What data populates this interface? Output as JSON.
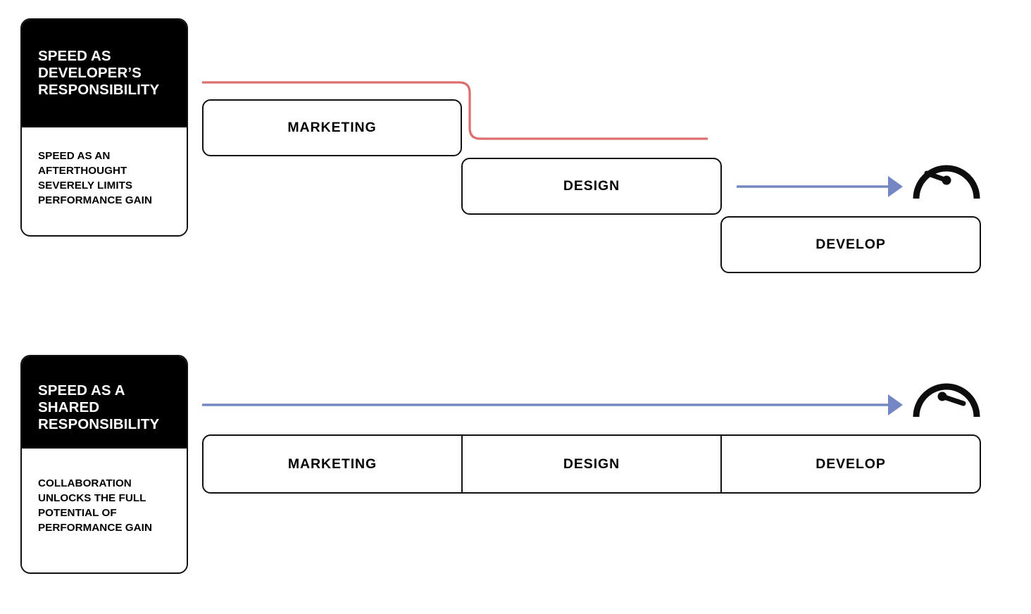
{
  "diagram": {
    "title_semantic": "speed-responsibility-comparison",
    "colors": {
      "ink": "#111111",
      "card_header_bg": "#000000",
      "card_header_text": "#ffffff",
      "bottleneck_line": "#df6f6f",
      "flow_arrow": "#7487c4",
      "page_bg": "#ffffff"
    }
  },
  "rows": [
    {
      "id": "developer-responsibility",
      "card": {
        "heading": "SPEED AS\nDEVELOPER’S\nRESPONSIBILITY",
        "body": "SPEED AS AN\nAFTERTHOUGHT\nSEVERELY LIMITS\nPERFORMANCE GAIN"
      },
      "stages": [
        {
          "label": "MARKETING"
        },
        {
          "label": "DESIGN"
        },
        {
          "label": "DEVELOP"
        }
      ],
      "connectors": [
        {
          "name": "bottleneck-line",
          "kind": "stepped-line",
          "color": "#df6f6f",
          "arrowhead": false
        },
        {
          "name": "flow-arrow",
          "kind": "arrow",
          "color": "#7487c4",
          "arrowhead": true
        }
      ],
      "gauge": {
        "name": "speedometer-low",
        "needle_direction": "left",
        "reading": "low",
        "ticks": 5
      }
    },
    {
      "id": "shared-responsibility",
      "card": {
        "heading": "SPEED AS A\nSHARED\nRESPONSIBILITY",
        "body": "COLLABORATION\nUNLOCKS THE FULL\nPOTENTIAL OF\nPERFORMANCE GAIN"
      },
      "stages": [
        {
          "label": "MARKETING"
        },
        {
          "label": "DESIGN"
        },
        {
          "label": "DEVELOP"
        }
      ],
      "connectors": [
        {
          "name": "flow-arrow",
          "kind": "arrow",
          "color": "#7487c4",
          "arrowhead": true
        }
      ],
      "gauge": {
        "name": "speedometer-high",
        "needle_direction": "right",
        "reading": "high",
        "ticks": 5
      }
    }
  ]
}
